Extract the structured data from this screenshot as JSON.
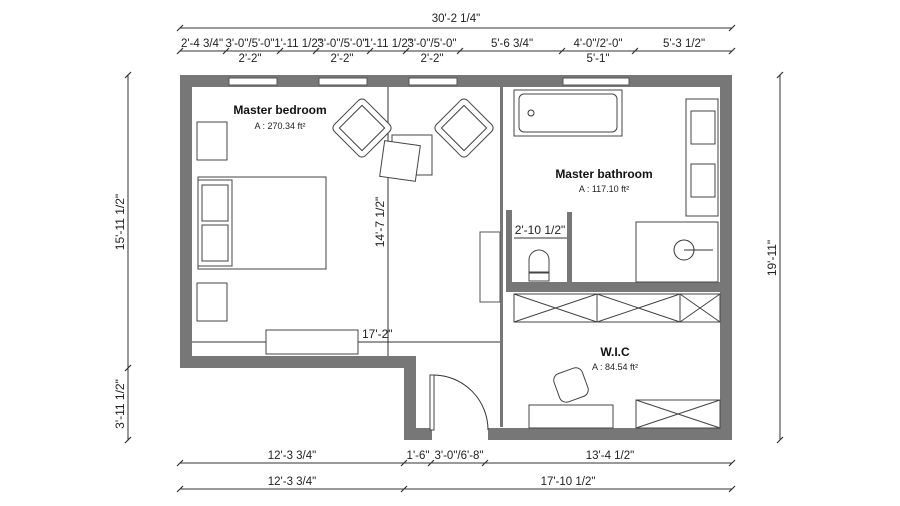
{
  "dimensions": {
    "top_total": "30'-2 1/4\"",
    "top_segments": [
      "2'-4 3/4\"",
      "3'-0\"/5'-0\"",
      "1'-11 1/2\"",
      "3'-0\"/5'-0\"",
      "1'-11 1/2\"",
      "3'-0\"/5'-0\"",
      "5'-6 3/4\"",
      "4'-0\"/2'-0\"",
      "5'-3 1/2\""
    ],
    "top_window_heights": [
      "2'-2\"",
      "2'-2\"",
      "2'-2\"",
      "5'-1\""
    ],
    "bottom_row1": [
      "12'-3 3/4\"",
      "1'-6\"",
      "3'-0\"/6'-8\"",
      "13'-4 1/2\""
    ],
    "bottom_row2": [
      "12'-3 3/4\"",
      "17'-10 1/2\""
    ],
    "left_upper": "15'-11 1/2\"",
    "left_lower": "3'-11 1/2\"",
    "right_total": "19'-11\"",
    "bedroom_width": "17'-2\"",
    "bedroom_depth": "14'-7 1/2\"",
    "toilet_width": "2'-10 1/2\""
  },
  "rooms": [
    {
      "name": "Master bedroom",
      "area": "A : 270.34 ft²"
    },
    {
      "name": "Master bathroom",
      "area": "A : 117.10 ft²"
    },
    {
      "name": "W.I.C",
      "area": "A : 84.54 ft²"
    }
  ],
  "colors": {
    "wall": "#777777",
    "line": "#333333"
  }
}
